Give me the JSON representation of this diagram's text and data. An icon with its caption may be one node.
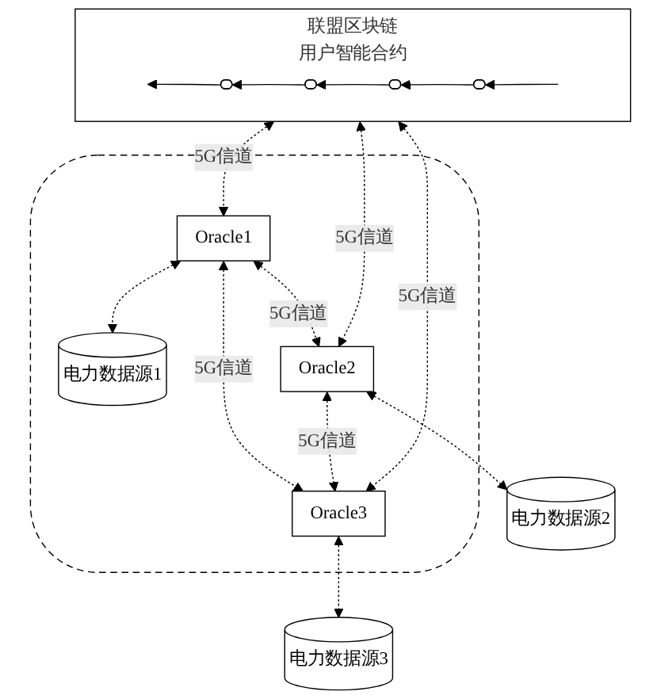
{
  "diagram": {
    "nodes": [
      {
        "text": [
          "联盟区块链",
          "用户智能合约"
        ]
      },
      {
        "text": [],
        "shape": "ellipse",
        "in": 0
      },
      {
        "text": [],
        "shape": "ellipse",
        "in": 0
      },
      {
        "text": [],
        "shape": "ellipse",
        "in": 0
      },
      {
        "text": [],
        "shape": "ellipse",
        "in": 0
      },
      {
        "text": [],
        "shape": "ellipse"
      },
      {
        "text": [
          "Oracle1"
        ],
        "in": 5
      },
      {
        "text": [
          "电力数据源1"
        ],
        "in": 5
      },
      {
        "text": [
          "Oracle2"
        ],
        "in": 5
      },
      {
        "text": [
          "Oracle3"
        ],
        "in": 5
      },
      {
        "text": [
          "电力数据源2"
        ]
      },
      {
        "text": [
          "电力数据源3"
        ]
      }
    ],
    "edges": [
      {
        "from": null,
        "to": 4,
        "arrow": "to"
      },
      {
        "from": 4,
        "to": 3,
        "arrow": "to"
      },
      {
        "from": 3,
        "to": 2,
        "arrow": "to"
      },
      {
        "from": 2,
        "to": 1,
        "arrow": "to"
      },
      {
        "from": 1,
        "to": null,
        "arrow": "to"
      },
      {
        "from": 0,
        "to": 6,
        "arrow": "both",
        "style": "dashed",
        "label": "5G信道"
      },
      {
        "from": 0,
        "to": 8,
        "arrow": "both",
        "style": "dashed",
        "label": "5G信道"
      },
      {
        "from": 0,
        "to": 9,
        "arrow": "both",
        "style": "dashed",
        "label": "5G信道"
      },
      {
        "from": 6,
        "to": 7,
        "arrow": "both",
        "style": "dashed"
      },
      {
        "from": 6,
        "to": 8,
        "arrow": "both",
        "style": "dashed",
        "label": "5G信道"
      },
      {
        "from": 6,
        "to": 9,
        "arrow": "both",
        "style": "dashed",
        "label": "5G信道"
      },
      {
        "from": 8,
        "to": 9,
        "arrow": "both",
        "style": "dashed",
        "label": "5G信道"
      },
      {
        "from": 8,
        "to": 10,
        "arrow": "both",
        "style": "dashed"
      },
      {
        "from": 9,
        "to": 11,
        "arrow": "both",
        "style": "dashed"
      }
    ]
  }
}
